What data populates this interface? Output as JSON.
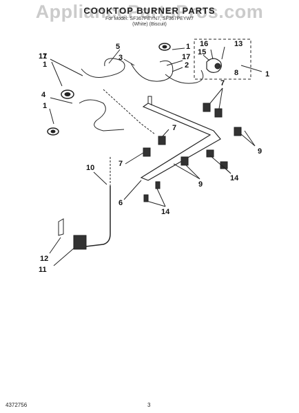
{
  "watermark": "AppliancePartsPros.com",
  "title": "COOKTOP BURNER PARTS",
  "subtitle_line1": "For Model: SF367PEYN7, SF367PEYW7",
  "subtitle_line2": "(White)      (Biscuit)",
  "callouts": {
    "c1a": "1",
    "c1b": "1",
    "c1c": "1",
    "c1d": "1",
    "c2": "2",
    "c3": "3",
    "c4": "4",
    "c5": "5",
    "c6": "6",
    "c7a": "7",
    "c7b": "7",
    "c7c": "7",
    "c8": "8",
    "c9a": "9",
    "c9b": "9",
    "c10": "10",
    "c11": "11",
    "c12": "12",
    "c13": "13",
    "c14a": "14",
    "c14b": "14",
    "c15": "15",
    "c16": "16",
    "c17a": "17",
    "c17b": "17"
  },
  "footer_left": "4372756",
  "footer_page": "3"
}
